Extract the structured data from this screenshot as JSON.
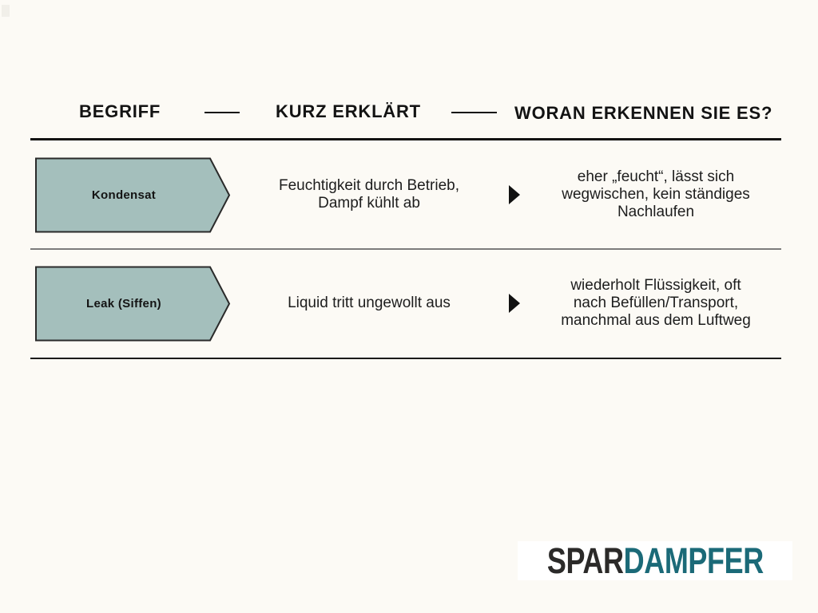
{
  "header": {
    "col1": "BEGRIFF",
    "col2": "KURZ ERKLÄRT",
    "col3": "WORAN ERKENNEN SIE ES?"
  },
  "rows": [
    {
      "term": "Kondensat",
      "explanation": "Feuchtigkeit durch Betrieb,\nDampf kühlt ab",
      "recognition": "eher „feucht“, lässt sich\nwegwischen, kein ständiges\nNachlaufen"
    },
    {
      "term": "Leak (Siffen)",
      "explanation": "Liquid tritt ungewollt aus",
      "recognition": "wiederholt Flüssigkeit, oft\nnach Befüllen/Transport,\nmanchmal aus dem Luftweg"
    }
  ],
  "icons": {
    "row_pointer": "play-triangle"
  },
  "logo": {
    "brand_part_1": "SPAR",
    "brand_part_2": "DAMPFER"
  },
  "colors": {
    "background": "#fcfaf5",
    "badge_fill": "#a4bfbc",
    "badge_border": "#2a2a2a",
    "text": "#1d1d1d",
    "header_text": "#131313",
    "rule_dark": "#131313",
    "rule_gray": "#7c7c7c",
    "play_icon": "#111111",
    "logo_background": "#ffffff",
    "logo_spar": "#2b2a29",
    "logo_dampfer": "#1b6a78"
  }
}
